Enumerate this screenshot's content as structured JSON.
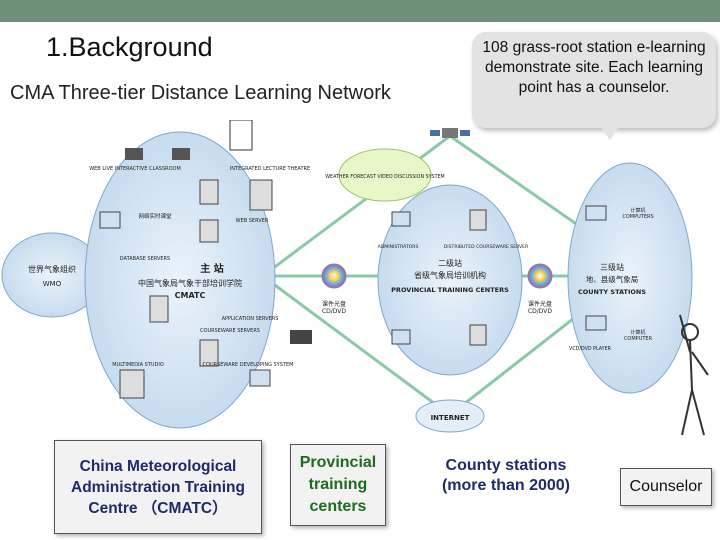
{
  "slide": {
    "title": "1.Background",
    "subtitle": "CMA Three-tier Distance Learning Network",
    "callout": "108 grass-root station e-learning demonstrate site. Each learning point has a counselor."
  },
  "diagram": {
    "wmo_label": "世界气象组织\nWMO",
    "center_label_cn": "主 站",
    "center_label_cn2": "中国气象局气象干部培训学院",
    "center_label_en": "CMATC",
    "provincial_cn1": "二级站",
    "provincial_cn2": "省级气象局培训机构",
    "provincial_en": "PROVINCIAL TRAINING CENTERS",
    "county_cn1": "三级站",
    "county_cn2": "地、县级气象局",
    "county_en": "COUNTY STATIONS",
    "internet": "INTERNET",
    "cd_left": "课件光盘\nCD/DVD",
    "cd_right": "课件光盘\nCD/DVD",
    "live_classroom": "网络实时课堂",
    "web_server": "WEB SERVER",
    "database_servers": "DATABASE SERVERS",
    "application_servers": "APPLICATION SERVERS",
    "courseware_servers": "COURSEWARE SERVERS",
    "multimedia_studio": "MULTIMEDIA STUDIO",
    "courseware_dev": "COURSEWARE DEVELOPING SYSTEM",
    "administrators": "ADMINISTRATORS",
    "distributed_server": "DISTRIBUTED COURSEWARE SERVER",
    "computers_top": "计算机\nCOMPUTERS",
    "computers_bottom": "计算机\nCOMPUTER",
    "vcd_player": "VCD/DVD PLAYER",
    "weather_forecast": "WEATHER FORECAST VIDEO DISCUSSION SYSTEM",
    "lecture_theatre": "INTEGRATED LECTURE THEATRE",
    "interactive_classroom": "WEB LIVE INTERACTIVE CLASSROOM"
  },
  "boxes": {
    "cmatc": "China Meteorological Administration Training Centre （CMATC）",
    "provincial": "Provincial training centers",
    "county": "County stations (more than 2000)",
    "counselor": "Counselor"
  },
  "colors": {
    "topbar": "#6f8f78",
    "ellipse_fill": "#d6e6f4",
    "ellipse_stroke": "#7ea7cf",
    "link_line": "#88c9a8",
    "cmatc_text": "#1f2a6b",
    "provincial_text": "#1d6b1d"
  }
}
